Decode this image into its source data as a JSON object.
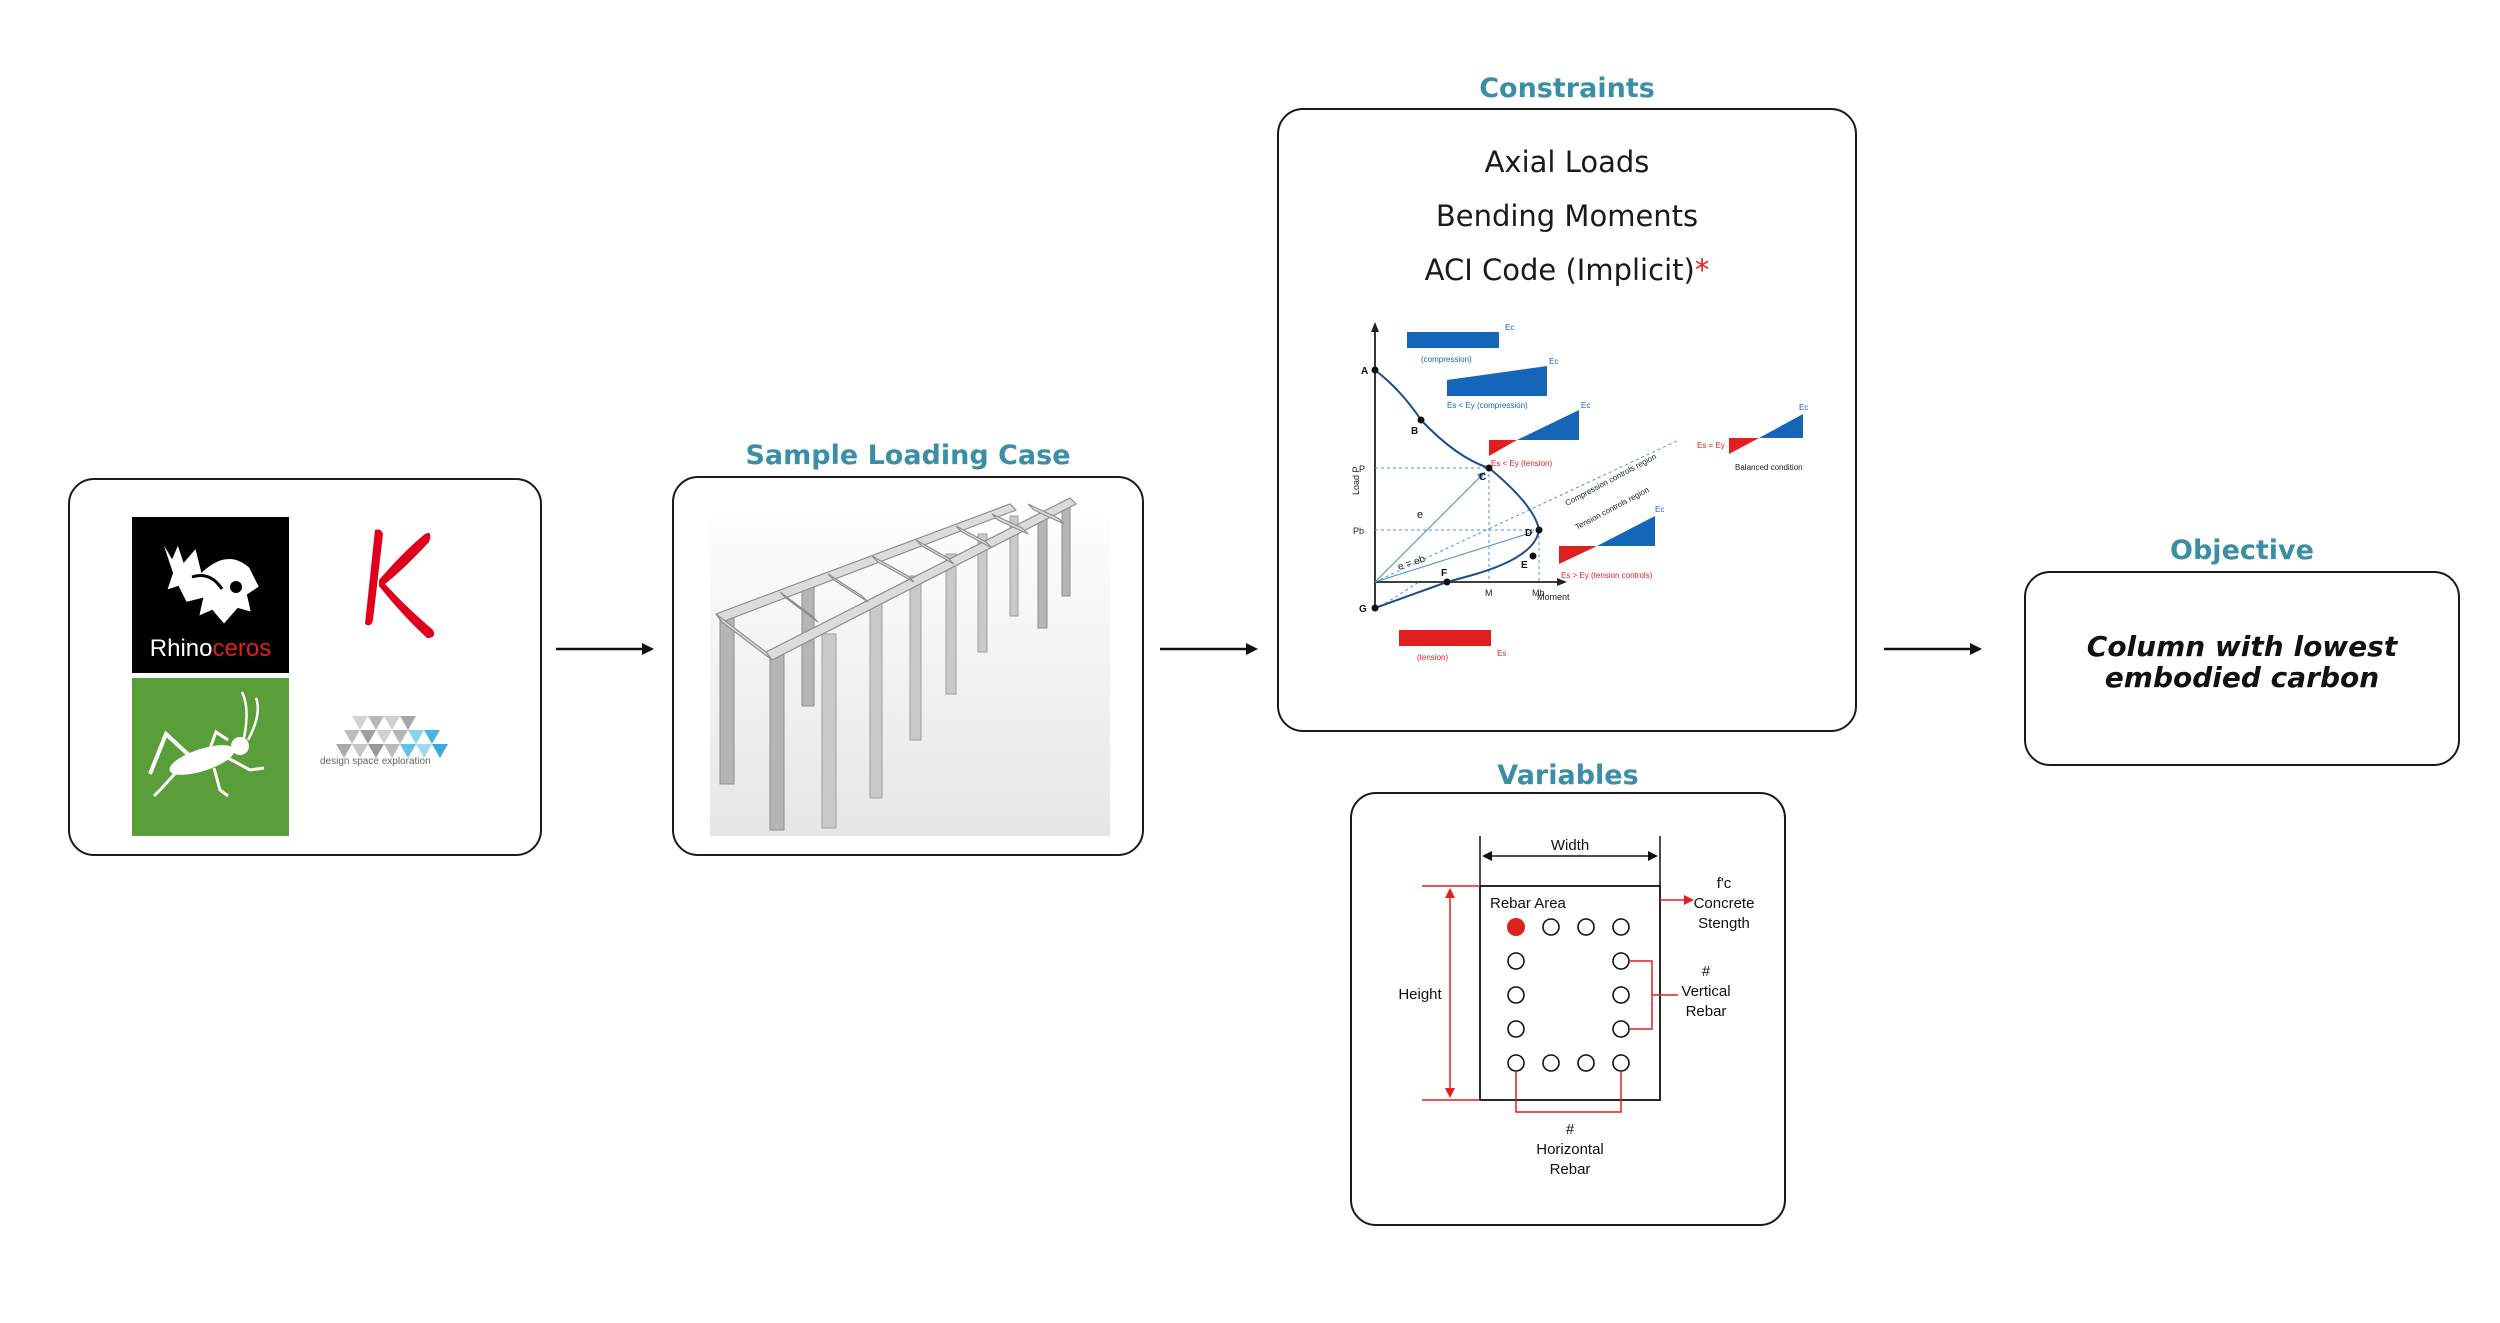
{
  "headings": {
    "sample_loading_case": "Sample Loading Case",
    "constraints": "Constraints",
    "objective": "Objective",
    "variables": "Variables"
  },
  "tools": {
    "rhino_logo_text": "Rhinoceros",
    "dse_logo_text": "design space exploration"
  },
  "constraints": {
    "items": [
      "Axial Loads",
      "Bending Moments",
      "ACI Code (Implicit)"
    ],
    "asterisk": "*",
    "diagram": {
      "point_labels": [
        "A",
        "B",
        "C",
        "D",
        "E",
        "F",
        "G"
      ],
      "y_axis_label": "Load P",
      "x_axis_label": "Moment",
      "y_ticks": [
        "P",
        "Pb"
      ],
      "x_ticks": [
        "M",
        "Mb"
      ],
      "e_label": "e",
      "e_eb_label": "e = eb",
      "compression_label": "(compression)",
      "tension_label": "(tension)",
      "ec_label": "Ec",
      "es_label": "Es",
      "es_lt_ey_compression": "Es < Ey (compression)",
      "es_lt_ey_tension": "Es < Ey (tension)",
      "es_eq_ey": "Es = Ey",
      "balanced": "Balanced condition",
      "compression_region": "Compression controls region",
      "tension_region": "Tension controls region",
      "es_gt_ey_tension": "Es > Ey (tension controls)"
    }
  },
  "objective": {
    "line1": "Column with lowest",
    "line2": "embodied carbon"
  },
  "variables": {
    "width": "Width",
    "height": "Height",
    "rebar_area": "Rebar Area",
    "fc": "f'c",
    "concrete": "Concrete",
    "strength": "Stength",
    "hash_v": "#",
    "vertical": "Vertical",
    "rebar_v": "Rebar",
    "hash_h": "#",
    "horizontal": "Horizontal",
    "rebar_h": "Rebar"
  },
  "colors": {
    "heading": "#3a8fa6",
    "blue": "#1565b8",
    "red": "#e01f1f",
    "grasshopper_green": "#5a9e3a"
  }
}
